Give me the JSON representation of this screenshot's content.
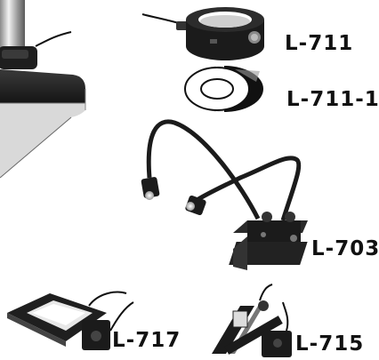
{
  "labels": {
    "l711": "L-711",
    "l711_1": "L-711-1",
    "l703": "L-703",
    "l717": "L-717",
    "l715": "L-715"
  },
  "colors": {
    "device_black": "#1b1b1b",
    "base_dark": "#2a2a2a",
    "chrome": "#c9c9c9",
    "text": "#111111"
  }
}
